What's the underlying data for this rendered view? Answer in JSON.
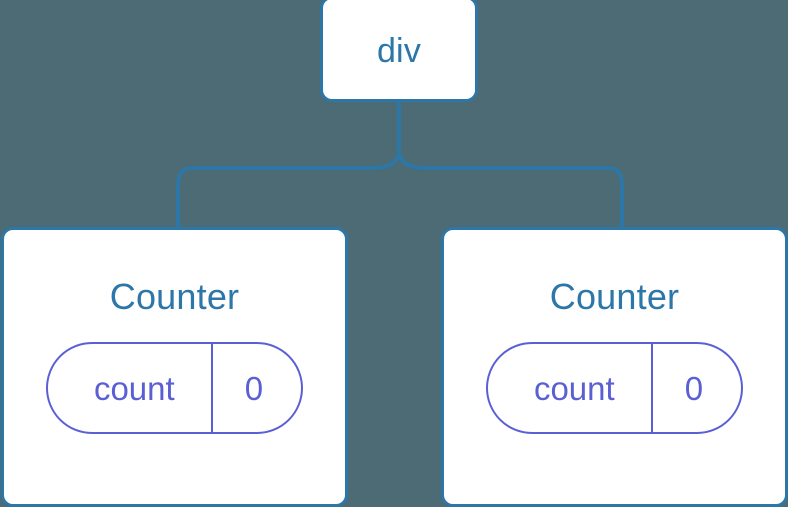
{
  "diagram": {
    "type": "component-tree",
    "background_color": "#4d6b74",
    "node_fill": "#ffffff",
    "node_border_color": "#2d76a8",
    "node_label_color": "#2d76a8",
    "state_color": "#5b5fd4",
    "link_color": "#2d76a8",
    "root": {
      "label": "div"
    },
    "children": [
      {
        "label": "Counter",
        "state": {
          "key": "count",
          "value": "0"
        }
      },
      {
        "label": "Counter",
        "state": {
          "key": "count",
          "value": "0"
        }
      }
    ]
  }
}
